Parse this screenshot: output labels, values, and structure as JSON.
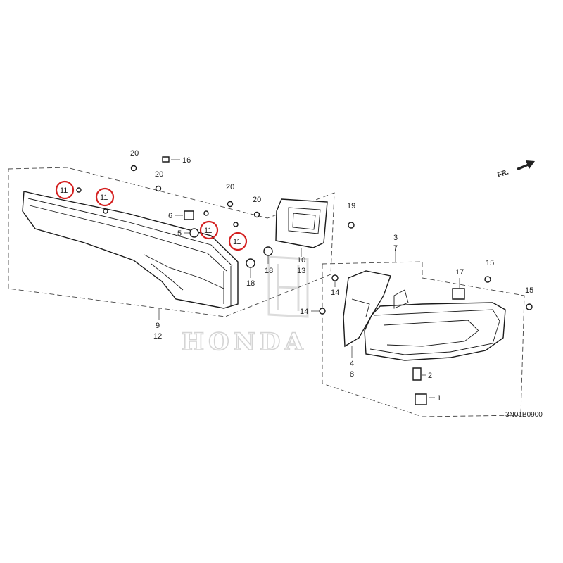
{
  "diagram": {
    "watermark": "HONDA",
    "diagram_code": "3N01B0900",
    "direction_label": "FR.",
    "highlight_color": "#d42020",
    "callouts": {
      "c20a": "20",
      "c16": "16",
      "c20b": "20",
      "c20c": "20",
      "c20d": "20",
      "c11a": "11",
      "c11b": "11",
      "c11c": "11",
      "c11d": "11",
      "c6": "6",
      "c5": "5",
      "c19": "19",
      "c10": "10",
      "c13": "13",
      "c18a": "18",
      "c18b": "18",
      "c9": "9",
      "c12": "12",
      "c3": "3",
      "c7": "7",
      "c17": "17",
      "c15a": "15",
      "c15b": "15",
      "c14a": "14",
      "c14b": "14",
      "c4": "4",
      "c8": "8",
      "c2": "2",
      "c1": "1"
    },
    "highlighted_callouts": [
      "11",
      "11",
      "11",
      "11"
    ]
  }
}
